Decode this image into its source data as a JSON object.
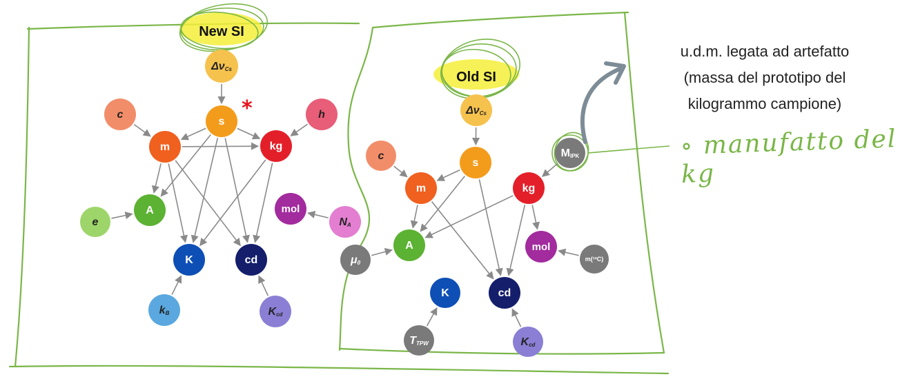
{
  "new_si": {
    "title": "New SI",
    "nodes": [
      {
        "id": "dnu",
        "label": "Δν",
        "sub": "Cs",
        "color": "#f6c24e",
        "text": "dark",
        "italic": true
      },
      {
        "id": "s",
        "label": "s",
        "color": "#f39c1c"
      },
      {
        "id": "c",
        "label": "c",
        "color": "#f28d6a",
        "text": "dark",
        "italic": true
      },
      {
        "id": "h",
        "label": "h",
        "color": "#e85d77",
        "text": "dark",
        "italic": true
      },
      {
        "id": "m",
        "label": "m",
        "color": "#f0601f"
      },
      {
        "id": "kg",
        "label": "kg",
        "color": "#e3202a"
      },
      {
        "id": "e",
        "label": "e",
        "color": "#9ed56a",
        "text": "dark",
        "italic": true
      },
      {
        "id": "A",
        "label": "A",
        "color": "#5cb233"
      },
      {
        "id": "mol",
        "label": "mol",
        "color": "#a22b9e"
      },
      {
        "id": "NA",
        "label": "N",
        "sub": "A",
        "color": "#e37ed0",
        "text": "dark",
        "italic": true
      },
      {
        "id": "K",
        "label": "K",
        "color": "#0e4fb5"
      },
      {
        "id": "cd",
        "label": "cd",
        "color": "#141e6b"
      },
      {
        "id": "kB",
        "label": "k",
        "sub": "B",
        "color": "#5aa8df",
        "text": "dark",
        "italic": true
      },
      {
        "id": "Kcd",
        "label": "K",
        "sub": "cd",
        "color": "#8a7fd4",
        "text": "dark",
        "italic": true
      }
    ],
    "asterisk": "*"
  },
  "old_si": {
    "title": "Old SI",
    "nodes": [
      {
        "id": "dnu",
        "label": "Δν",
        "sub": "Cs",
        "color": "#f6c24e",
        "text": "dark",
        "italic": true
      },
      {
        "id": "c",
        "label": "c",
        "color": "#f28d6a",
        "text": "dark",
        "italic": true
      },
      {
        "id": "s",
        "label": "s",
        "color": "#f39c1c"
      },
      {
        "id": "MIPK",
        "label": "M",
        "sub": "IPK",
        "color": "#7a7a7a"
      },
      {
        "id": "m",
        "label": "m",
        "color": "#f0601f"
      },
      {
        "id": "kg",
        "label": "kg",
        "color": "#e3202a"
      },
      {
        "id": "mu0",
        "label": "μ",
        "sub": "0",
        "color": "#7a7a7a",
        "italic": true
      },
      {
        "id": "A",
        "label": "A",
        "color": "#5cb233"
      },
      {
        "id": "mol",
        "label": "mol",
        "color": "#a22b9e"
      },
      {
        "id": "m12C",
        "label": "m(¹²C)",
        "color": "#7a7a7a"
      },
      {
        "id": "K",
        "label": "K",
        "color": "#0e4fb5"
      },
      {
        "id": "cd",
        "label": "cd",
        "color": "#141e6b"
      },
      {
        "id": "TTPW",
        "label": "T",
        "sub": "TPW",
        "color": "#7a7a7a",
        "italic": true
      },
      {
        "id": "Kcd",
        "label": "K",
        "sub": "cd",
        "color": "#8a7fd4",
        "text": "dark",
        "italic": true
      }
    ]
  },
  "note": {
    "line1": "u.d.m. legata ad artefatto",
    "line2": "(massa del prototipo del",
    "line3": "kilogrammo campione)"
  },
  "handwritten_note": "∘ manufatto del kg",
  "colors": {
    "frame_green": "#7ab648",
    "highlight_yellow": "#f4ef3a",
    "arrow_gray": "#8a8a8a",
    "annotation_arrow": "#7d8c96"
  }
}
